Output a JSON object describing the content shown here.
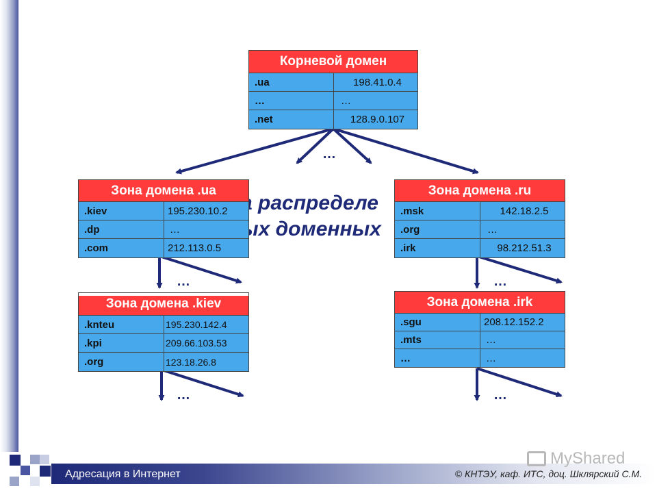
{
  "background_title": {
    "line1": "а распределе",
    "line2": "ых доменных"
  },
  "zones": {
    "root": {
      "title": "Корневой домен",
      "rows": [
        {
          "name": ".ua",
          "ip": "198.41.0.4"
        },
        {
          "name": "…",
          "ip": "…"
        },
        {
          "name": ".net",
          "ip": "128.9.0.107"
        }
      ]
    },
    "ua": {
      "title": "Зона домена .ua",
      "rows": [
        {
          "name": ".kiev",
          "ip": "195.230.10.2"
        },
        {
          "name": ".dp",
          "ip": "…"
        },
        {
          "name": ".com",
          "ip": "212.113.0.5"
        }
      ]
    },
    "ru": {
      "title": "Зона домена .ru",
      "rows": [
        {
          "name": ".msk",
          "ip": "142.18.2.5"
        },
        {
          "name": ".org",
          "ip": "…"
        },
        {
          "name": ".irk",
          "ip": "98.212.51.3"
        }
      ]
    },
    "kiev": {
      "title": "Зона домена .kiev",
      "rows": [
        {
          "name": ".knteu",
          "ip": "195.230.142.4"
        },
        {
          "name": ".kpi",
          "ip": "209.66.103.53"
        },
        {
          "name": ".org",
          "ip": "123.18.26.8"
        }
      ]
    },
    "irk": {
      "title": "Зона домена .irk",
      "rows": [
        {
          "name": ".sgu",
          "ip": "208.12.152.2"
        },
        {
          "name": ".mts",
          "ip": "…"
        },
        {
          "name": "…",
          "ip": "…"
        }
      ]
    }
  },
  "ellipsis": "…",
  "footer": {
    "title": "Адресация в Интернет",
    "copyright": "© КНТЭУ, каф. ИТС, доц. Шклярский С.М."
  },
  "watermark": "MyShared",
  "colors": {
    "header_red": "#ff3b3b",
    "cell_blue": "#48a8ec",
    "arrow_navy": "#1e2a78"
  }
}
